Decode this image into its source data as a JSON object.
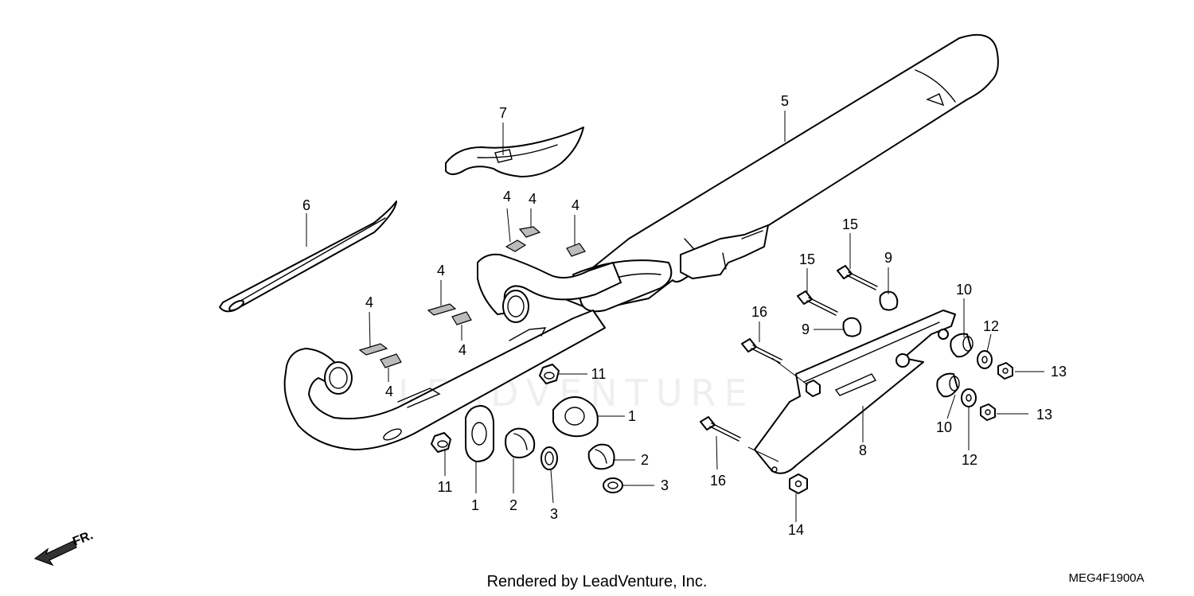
{
  "diagram": {
    "callouts": {
      "c1a": "1",
      "c1b": "1",
      "c2a": "2",
      "c2b": "2",
      "c3a": "3",
      "c3b": "3",
      "c4a": "4",
      "c4b": "4",
      "c4c": "4",
      "c4d": "4",
      "c4e": "4",
      "c4f": "4",
      "c4g": "4",
      "c5": "5",
      "c6": "6",
      "c7": "7",
      "c8": "8",
      "c9a": "9",
      "c9b": "9",
      "c10a": "10",
      "c10b": "10",
      "c11a": "11",
      "c11b": "11",
      "c12a": "12",
      "c12b": "12",
      "c13a": "13",
      "c13b": "13",
      "c14": "14",
      "c15a": "15",
      "c15b": "15",
      "c16a": "16",
      "c16b": "16"
    },
    "front_arrow_label": "FR.",
    "watermark": "LEADVENTURE",
    "footer": "Rendered by LeadVenture, Inc.",
    "diagram_code": "MEG4F1900A"
  }
}
